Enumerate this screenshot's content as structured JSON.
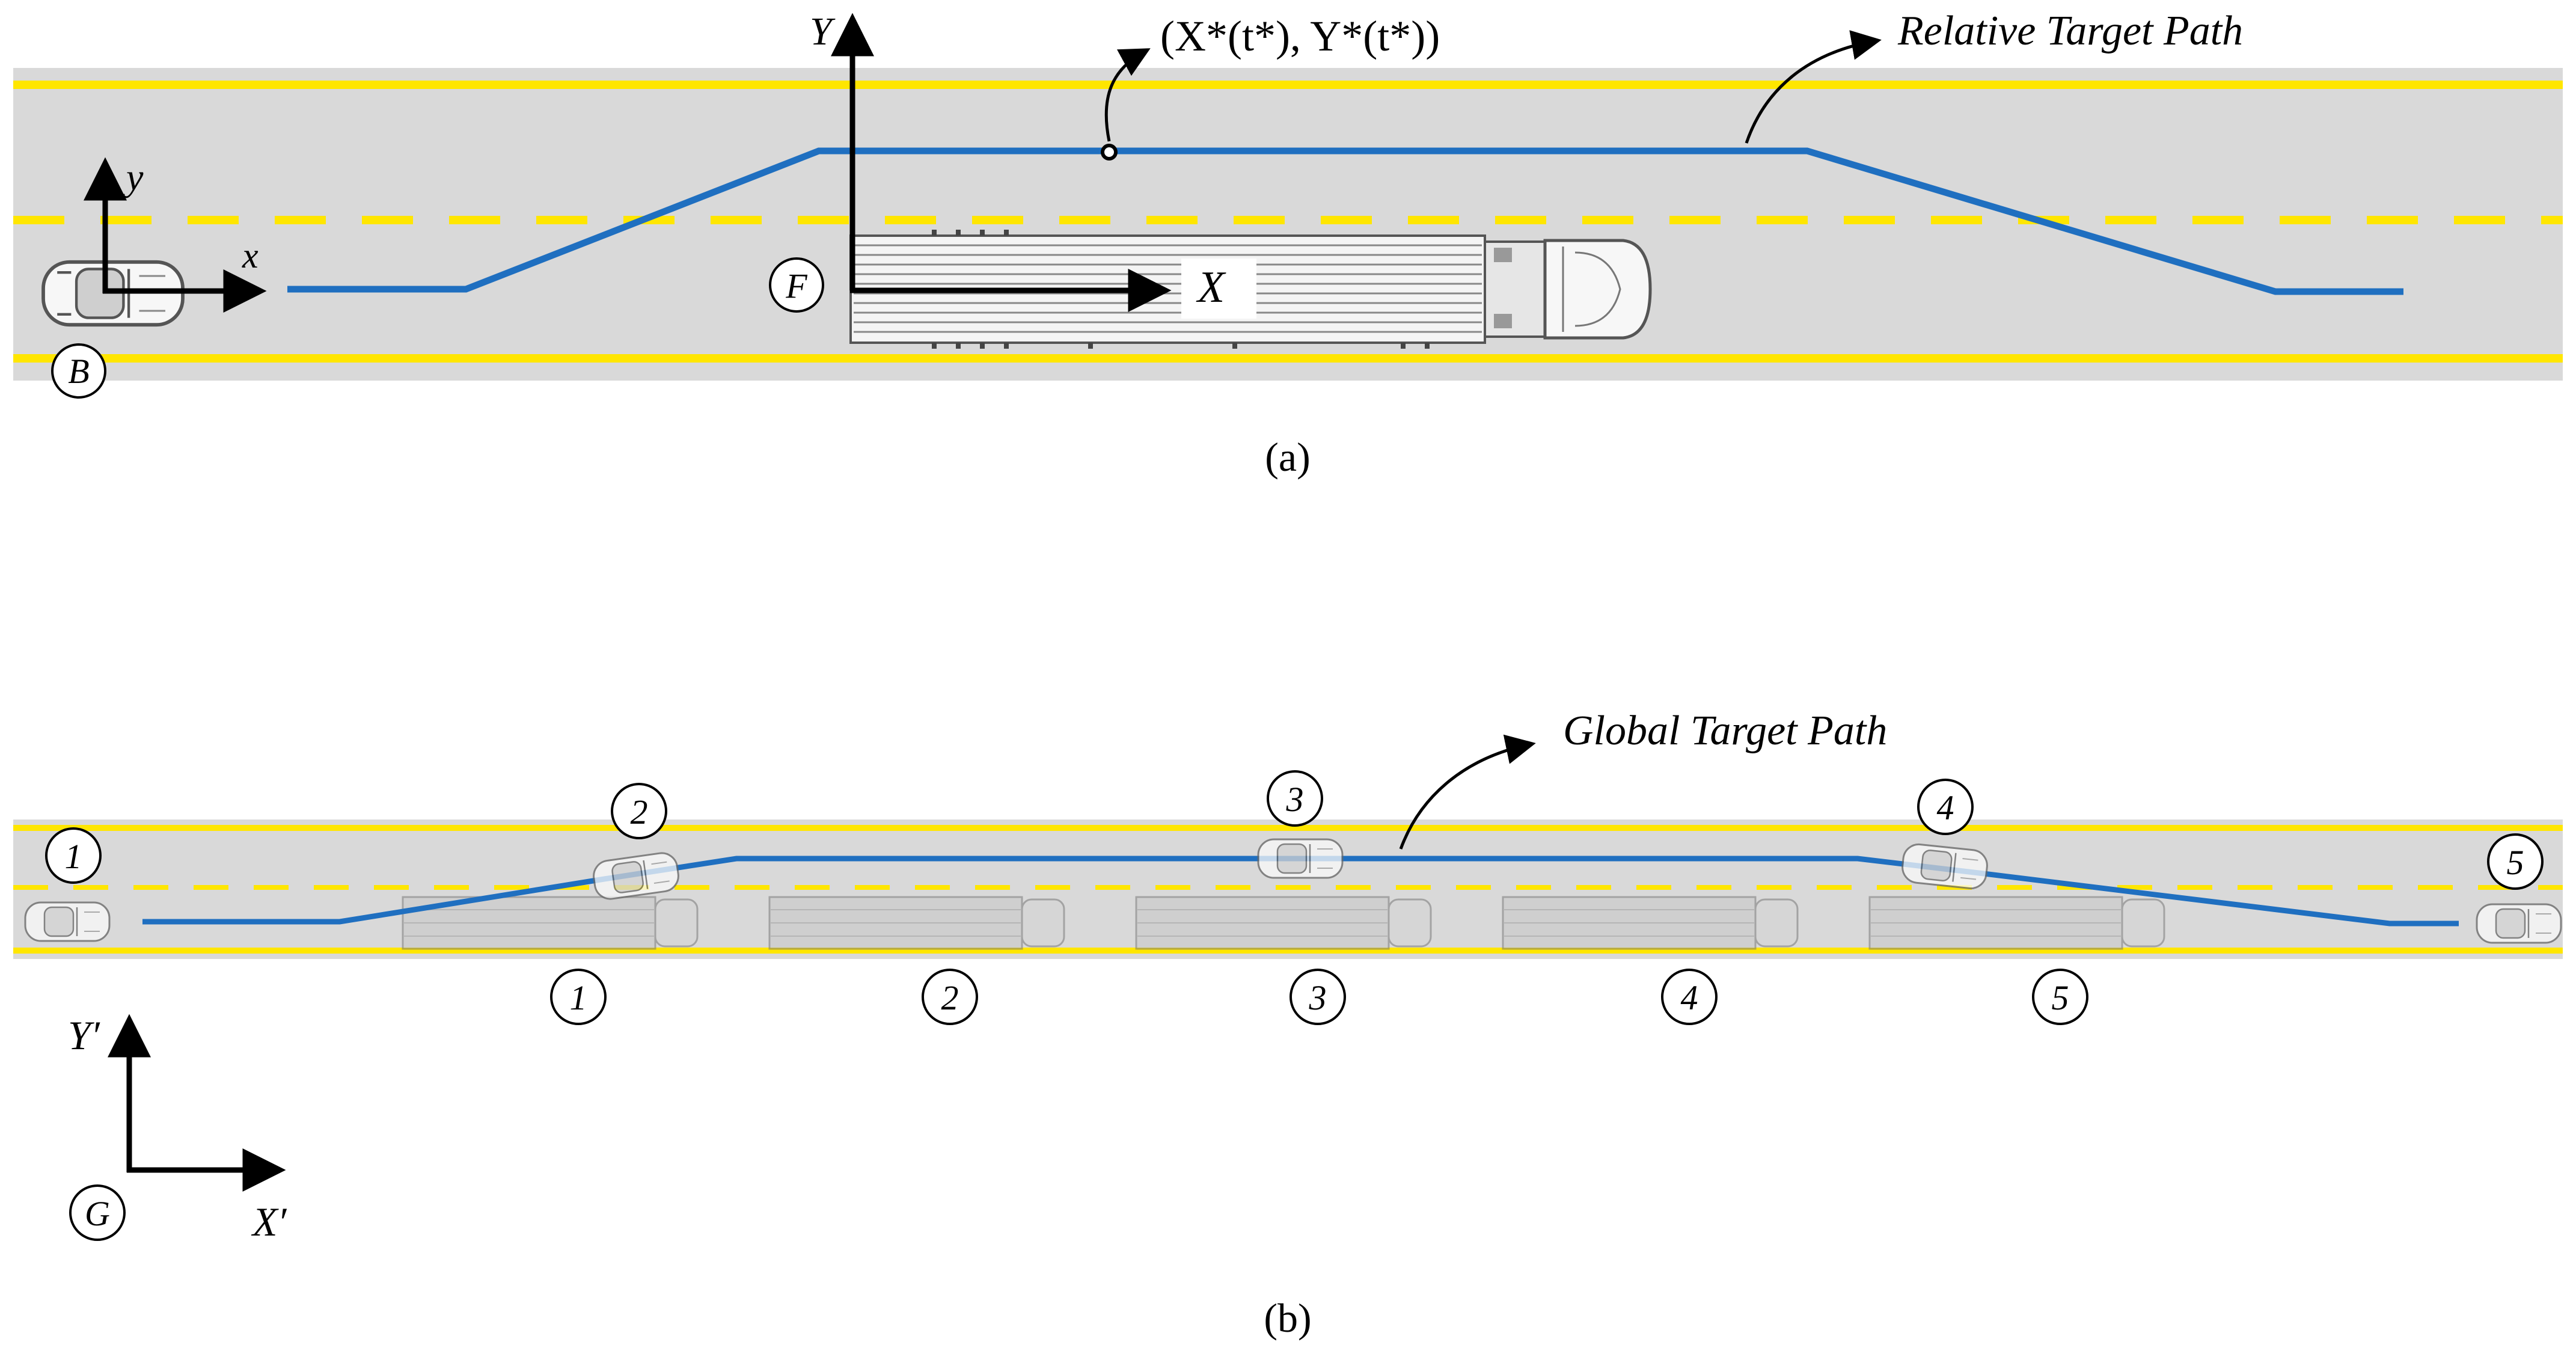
{
  "panel_a": {
    "caption": "(a)",
    "path_label": "Relative Target Path",
    "point_label": "(X*(t*), Y*(t*))",
    "ego_axis_x": "x",
    "ego_axis_y": "y",
    "truck_axis_x": "X",
    "truck_axis_y": "Y",
    "ego_frame": "B",
    "truck_frame": "F"
  },
  "panel_b": {
    "caption": "(b)",
    "path_label": "Global Target Path",
    "car_positions": [
      "1",
      "2",
      "3",
      "4",
      "5"
    ],
    "truck_positions": [
      "1",
      "2",
      "3",
      "4",
      "5"
    ],
    "global_axis_x": "X′",
    "global_axis_y": "Y′",
    "global_frame": "G"
  },
  "colors": {
    "road": "#d9d9d9",
    "lane_line": "#ffe600",
    "path": "#1f6fc0",
    "ink": "#000000"
  }
}
